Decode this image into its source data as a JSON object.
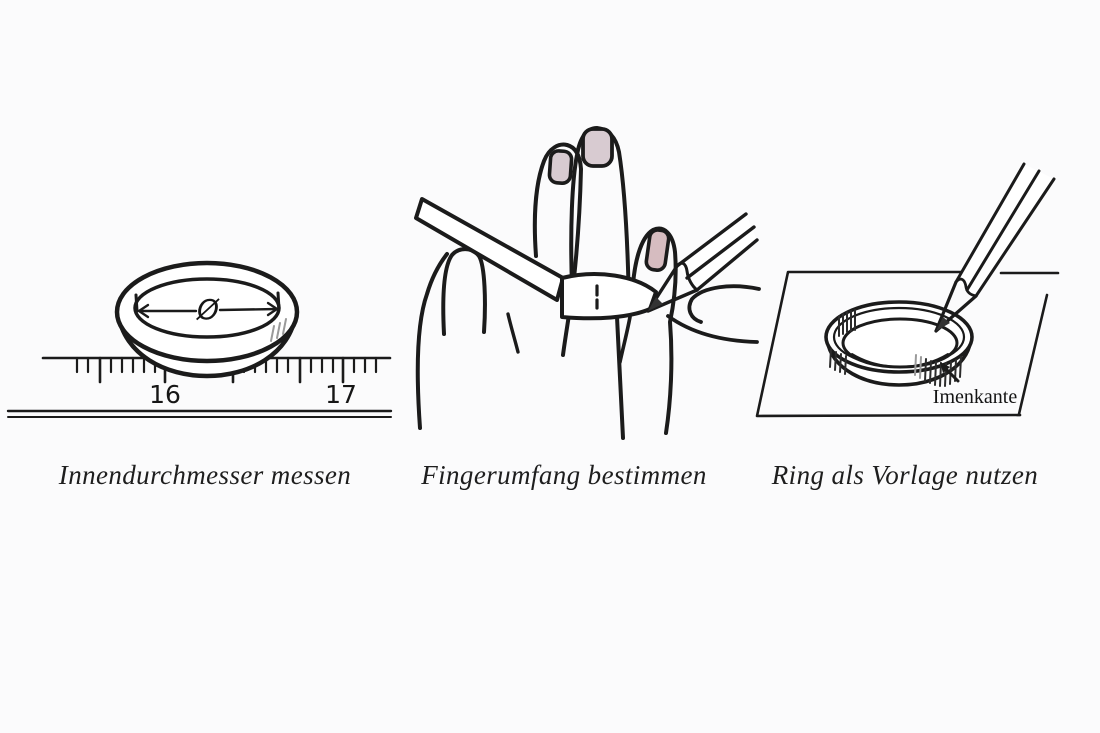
{
  "background": "#fbfbfc",
  "panels": [
    {
      "name": "measure-inner-diameter",
      "caption": "Innendurchmesser messen",
      "diameter_symbol": "Ø",
      "ruler_labels": [
        "16",
        "17"
      ]
    },
    {
      "name": "measure-finger-circumference",
      "caption": "Fingerumfang bestimmen"
    },
    {
      "name": "ring-as-template",
      "caption": "Ring als Vorlage nutzen",
      "annotation": "Imenkante"
    }
  ],
  "colors": {
    "line_ink": "#1b1b1b",
    "nail": "#d8cbd1",
    "nail_ring_finger": "#d6bcc0",
    "hatch_gray": "#9a9a9a",
    "paper_white": "#ffffff",
    "graphite": "#333333"
  }
}
